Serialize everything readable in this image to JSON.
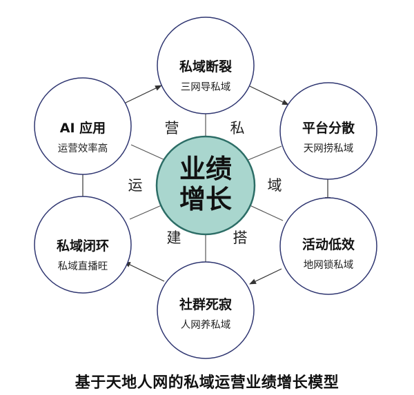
{
  "center": {
    "line1": "业绩",
    "line2": "增长"
  },
  "nodes": [
    {
      "title": "私域断裂",
      "subtitle": "三网导私域"
    },
    {
      "title": "平台分散",
      "subtitle": "天网捞私域"
    },
    {
      "title": "活动低效",
      "subtitle": "地网锁私域"
    },
    {
      "title": "社群死寂",
      "subtitle": "人网养私域"
    },
    {
      "title": "私域闭环",
      "subtitle": "私域直播旺"
    },
    {
      "title": "AI 应用",
      "subtitle": "运营效率高"
    }
  ],
  "segment_labels": [
    "私",
    "域",
    "搭",
    "建",
    "运",
    "营"
  ],
  "caption": "基于天地人网的私域运营业绩增长模型",
  "colors": {
    "center_fill": "#a9d6ce",
    "center_stroke": "#2c6d66",
    "node_stroke": "#2e3570",
    "line": "#555555"
  }
}
